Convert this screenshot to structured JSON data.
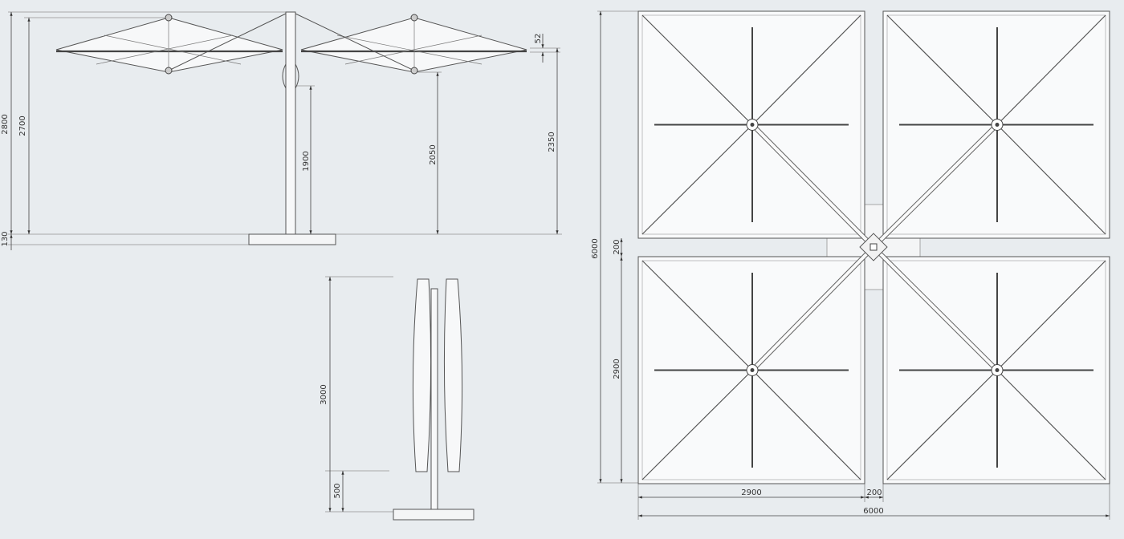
{
  "side_view": {
    "dimensions": {
      "total_height": "2800",
      "canopy_height": "2700",
      "min_clearance": "1900",
      "hub_clearance": "2050",
      "edge_height": "2350",
      "edge_thickness": "52",
      "base_height": "130"
    }
  },
  "closed_view": {
    "dimensions": {
      "closed_height": "3000",
      "crank_height": "500"
    }
  },
  "plan_view": {
    "dimensions": {
      "overall_depth": "6000",
      "gap_vertical": "200",
      "canopy_depth": "2900",
      "canopy_width": "2900",
      "gap_horizontal": "200",
      "overall_width": "6000"
    }
  },
  "colors": {
    "background": "#e8ecef",
    "line": "#444444",
    "canopy": "#f7f8f9"
  }
}
